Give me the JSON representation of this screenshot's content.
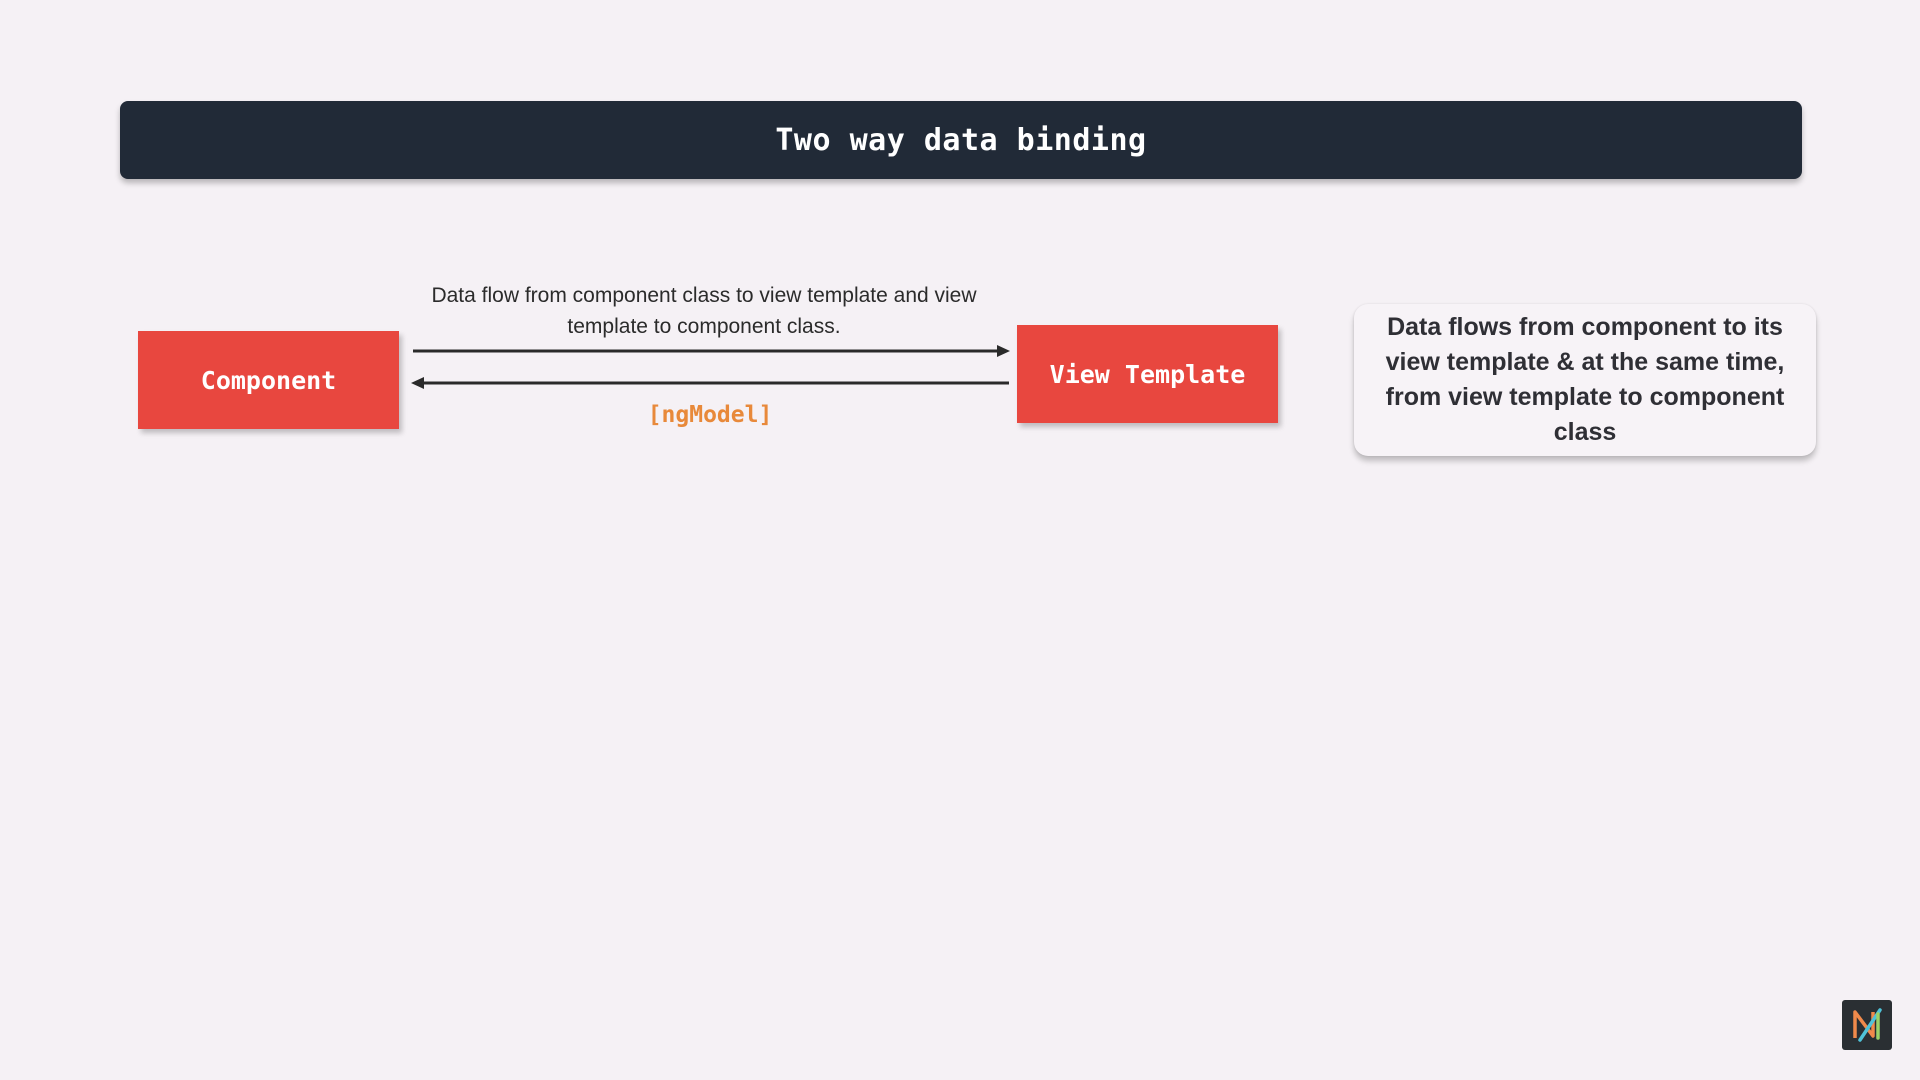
{
  "title": "Two way data binding",
  "diagram": {
    "left_box": "Component",
    "right_box": "View Template",
    "flow_caption": "Data flow from component class to view template and view template to component class.",
    "binding_syntax": "[ngModel]",
    "note": "Data flows from component to its view template & at the same time, from view template to component class"
  },
  "colors": {
    "title_bar": "#212a37",
    "box_fill": "#e8473f",
    "binding_text": "#e8893a",
    "background": "#f5f1f5"
  },
  "logo": {
    "icon": "brand-logo-icon"
  }
}
